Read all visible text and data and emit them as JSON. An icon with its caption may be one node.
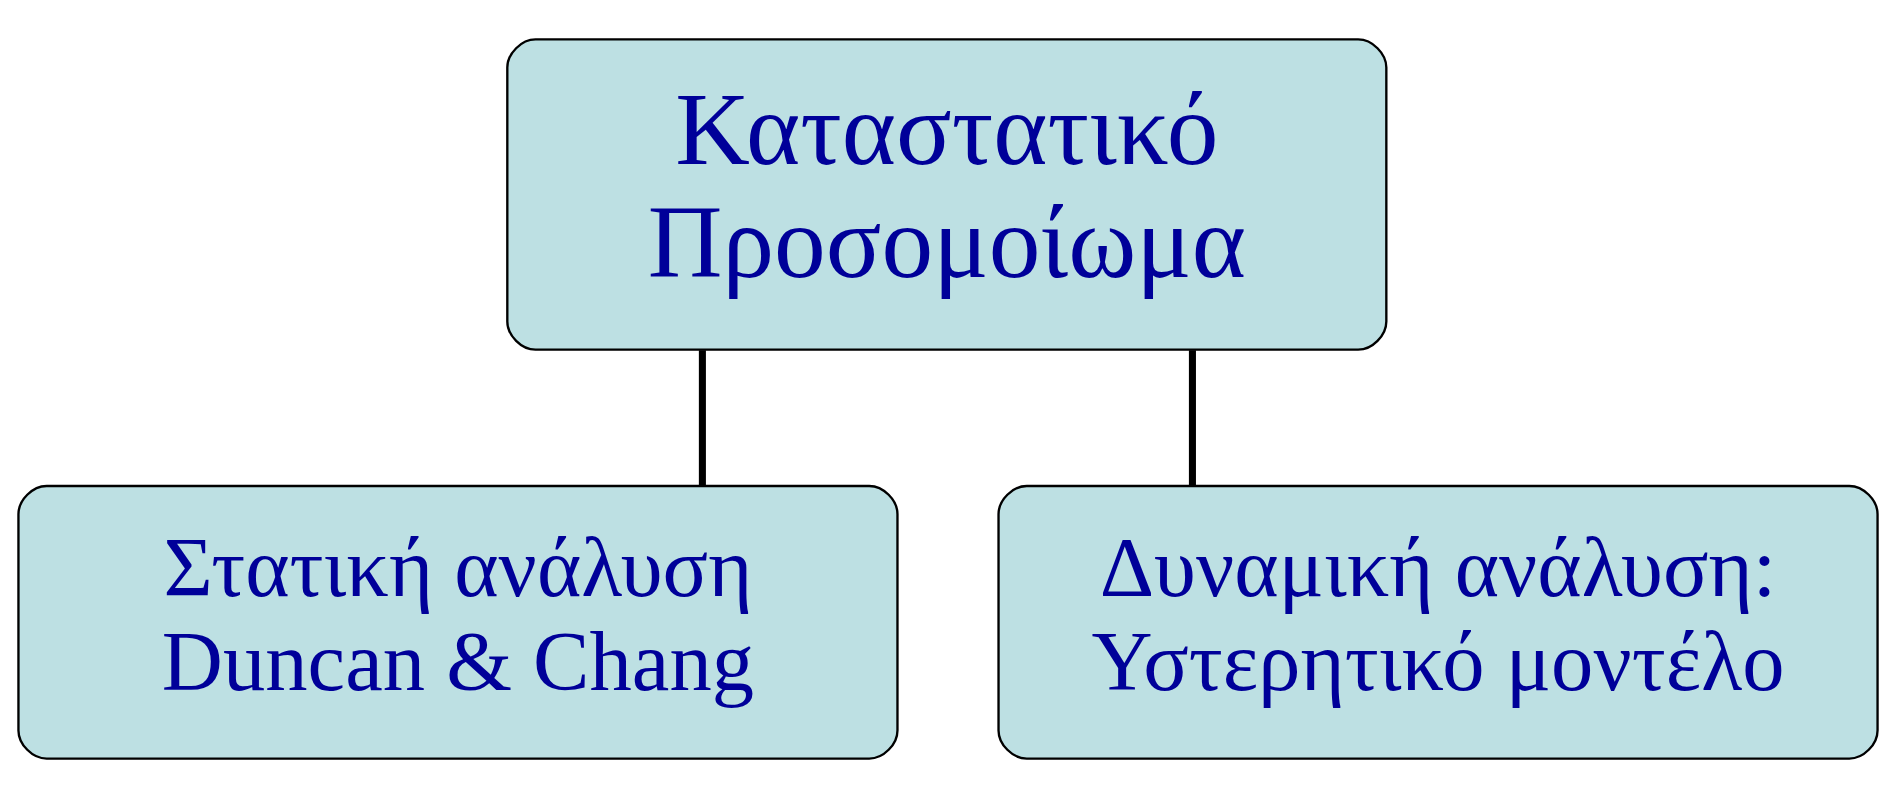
{
  "diagram": {
    "nodes": [
      {
        "text": [
          "Καταστατικό Προσομοίωμα"
        ]
      },
      {
        "text": [
          "Στατική ανάλυση Duncan & Chang"
        ]
      },
      {
        "text": [
          "Δυναμική ανάλυση: Υστερητικό μοντέλο"
        ]
      }
    ],
    "edges": [
      {
        "from": 0,
        "to": 1,
        "arrow": "none"
      },
      {
        "from": 0,
        "to": 2,
        "arrow": "none"
      }
    ]
  }
}
